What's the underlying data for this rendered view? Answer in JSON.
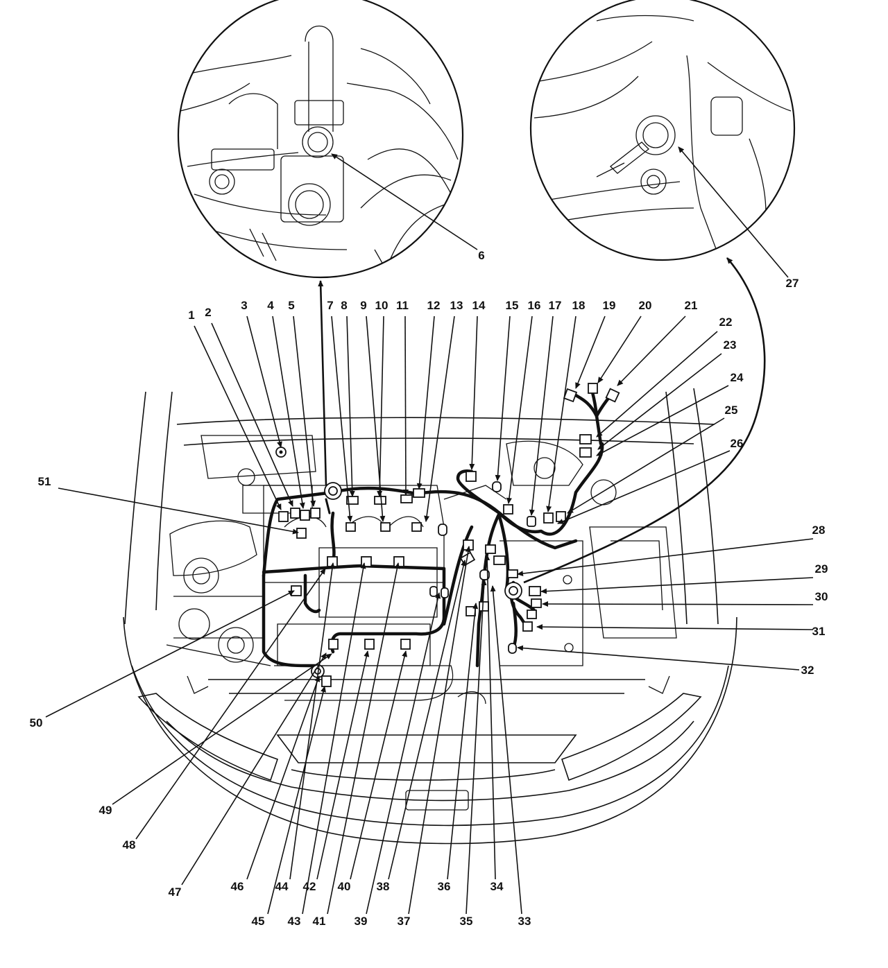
{
  "diagram": {
    "callouts": [
      "1",
      "2",
      "3",
      "4",
      "5",
      "6",
      "7",
      "8",
      "9",
      "10",
      "11",
      "12",
      "13",
      "14",
      "15",
      "16",
      "17",
      "18",
      "19",
      "20",
      "21",
      "22",
      "23",
      "24",
      "25",
      "26",
      "27",
      "28",
      "29",
      "30",
      "31",
      "32",
      "33",
      "34",
      "35",
      "36",
      "37",
      "38",
      "39",
      "40",
      "41",
      "42",
      "43",
      "44",
      "45",
      "46",
      "47",
      "48",
      "49",
      "50",
      "51"
    ],
    "colors": {
      "ink": "#111111",
      "paper": "#ffffff"
    }
  }
}
